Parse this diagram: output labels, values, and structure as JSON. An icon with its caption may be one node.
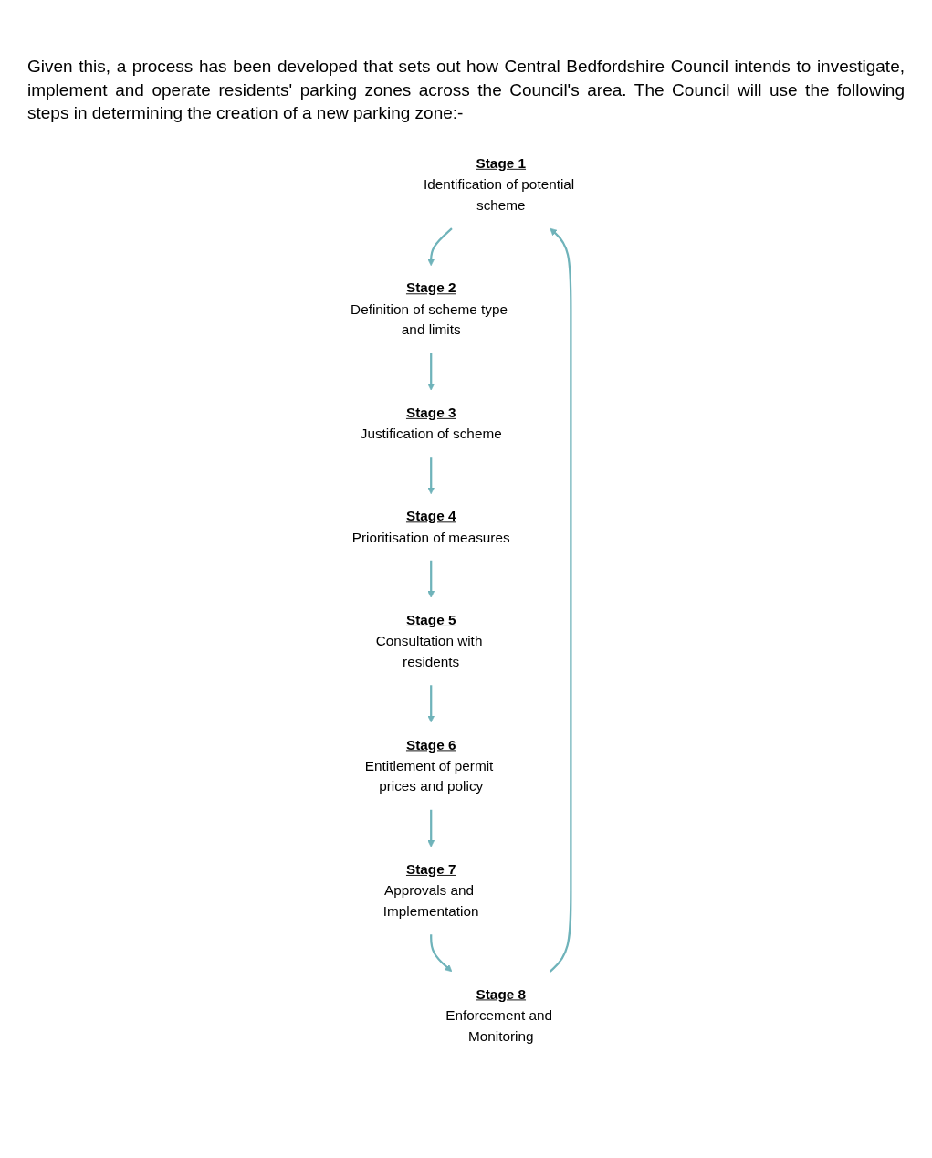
{
  "diagram": {
    "nodes": [
      {
        "text": [
          "Stage 1",
          "Identification of potential scheme"
        ]
      },
      {
        "text": [
          "Stage 2",
          "Definition of scheme type and limits"
        ]
      },
      {
        "text": [
          "Stage 3",
          "Justification of scheme"
        ]
      },
      {
        "text": [
          "Stage 4",
          "Prioritisation of measures"
        ]
      },
      {
        "text": [
          "Stage 5",
          "Consultation with residents"
        ]
      },
      {
        "text": [
          "Stage 6",
          "Entitlement of permit prices and policy"
        ]
      },
      {
        "text": [
          "Stage 7",
          "Approvals and Implementation"
        ]
      },
      {
        "text": [
          "Stage 8",
          "Enforcement and Monitoring"
        ]
      }
    ],
    "edges": [
      {
        "from": 7,
        "to": 0,
        "arrow": "to"
      },
      {
        "from": 0,
        "to": 1,
        "arrow": "to"
      },
      {
        "from": 1,
        "to": 2,
        "arrow": "to"
      },
      {
        "from": 2,
        "to": 3,
        "arrow": "to"
      },
      {
        "from": 3,
        "to": 4,
        "arrow": "to"
      },
      {
        "from": 4,
        "to": 5,
        "arrow": "to"
      },
      {
        "from": 5,
        "to": 6,
        "arrow": "to"
      },
      {
        "from": 6,
        "to": 7,
        "arrow": "to"
      }
    ],
    "labels": [
      "Given this, a process has been developed that sets out how Central Bedfordshire Council intends to investigate, implement and operate residents' parking zones across the Council's area. The Council will use the following steps in determining the creation of a new parking zone:-"
    ]
  }
}
